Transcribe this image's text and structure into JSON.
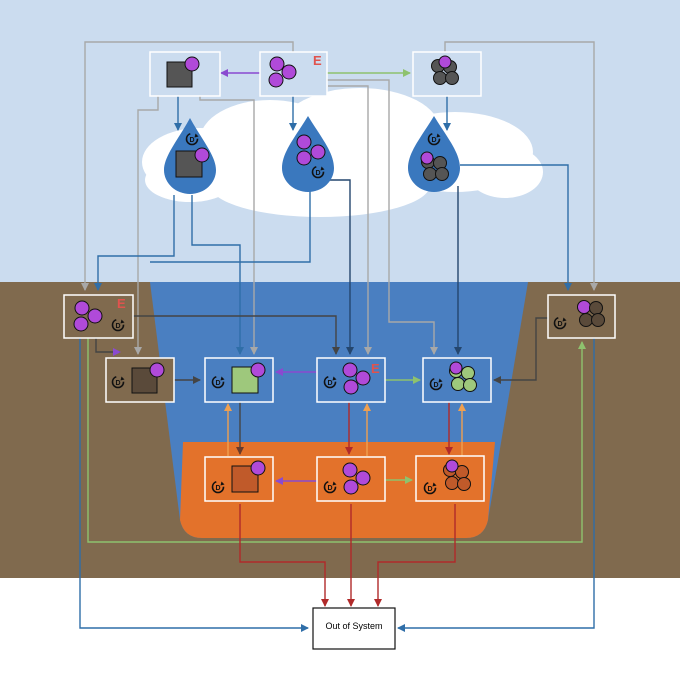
{
  "diagram": {
    "exit_node_label": "Out of System",
    "emission_marker": "E",
    "degradation_marker": "D"
  },
  "colors": {
    "sky": "#cbdcef",
    "soil": "#806a4e",
    "water": "#4a7fc1",
    "sediment": "#e3722b",
    "purple_particle": "#b04ad9",
    "dark_particle": "#555555",
    "brown_particle": "#5a4a3a",
    "green_particle": "#9ec87c",
    "orange_particle": "#c05a2a",
    "emission_flow": "#8a4ad0",
    "transfer_flow": "#8ec26e",
    "deposition_flow": "#2f6ea8",
    "removal_flow": "#b02a2a",
    "resuspension_flow": "#f0a050",
    "neutral_flow": "#a8a8a8"
  }
}
